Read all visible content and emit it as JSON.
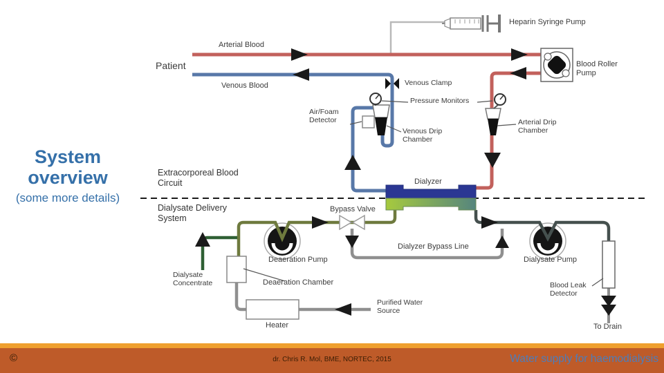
{
  "slide": {
    "title": "System overview",
    "subtitle": "(some more details)",
    "title_color": "#3570A9",
    "footer": {
      "copyright_symbol": "©",
      "credit": "dr. Chris R. Mol, BME, NORTEC, 2015",
      "topic": "Water supply for haemodialysis",
      "bar_color": "#BE5B29",
      "stripe_color": "#EFA02F",
      "topic_color": "#4C7DBB"
    }
  },
  "diagram": {
    "section_labels": {
      "extracorporeal": "Extracorporeal Blood Circuit",
      "dialysate_delivery": "Dialysate Delivery System"
    },
    "labels": {
      "patient": "Patient",
      "arterial_blood": "Arterial Blood",
      "venous_blood": "Venous Blood",
      "heparin_syringe_pump": "Heparin Syringe Pump",
      "blood_roller_pump": "Blood Roller Pump",
      "venous_clamp": "Venous Clamp",
      "pressure_monitors": "Pressure Monitors",
      "air_foam_detector": "Air/Foam Detector",
      "venous_drip_chamber": "Venous Drip Chamber",
      "arterial_drip_chamber": "Arterial Drip Chamber",
      "dialyzer": "Dialyzer",
      "bypass_valve": "Bypass Valve",
      "dialyzer_bypass_line": "Dialyzer Bypass Line",
      "deaeration_pump": "Deaeration Pump",
      "dialysate_pump": "Dialysate Pump",
      "dialysate_concentrate": "Dialysate Concentrate",
      "deaeration_chamber": "Deaeration Chamber",
      "heater": "Heater",
      "purified_water_source": "Purified Water Source",
      "blood_leak_detector": "Blood Leak Detector",
      "to_drain": "To Drain"
    },
    "line_colors": {
      "arterial": "#C2615C",
      "venous": "#5878A8",
      "dialysate_fresh": "#6E7A3E",
      "concentrate": "#2F6034",
      "dialysate_used": "#45504E",
      "bypass_and_water": "#8F8F8F"
    }
  }
}
